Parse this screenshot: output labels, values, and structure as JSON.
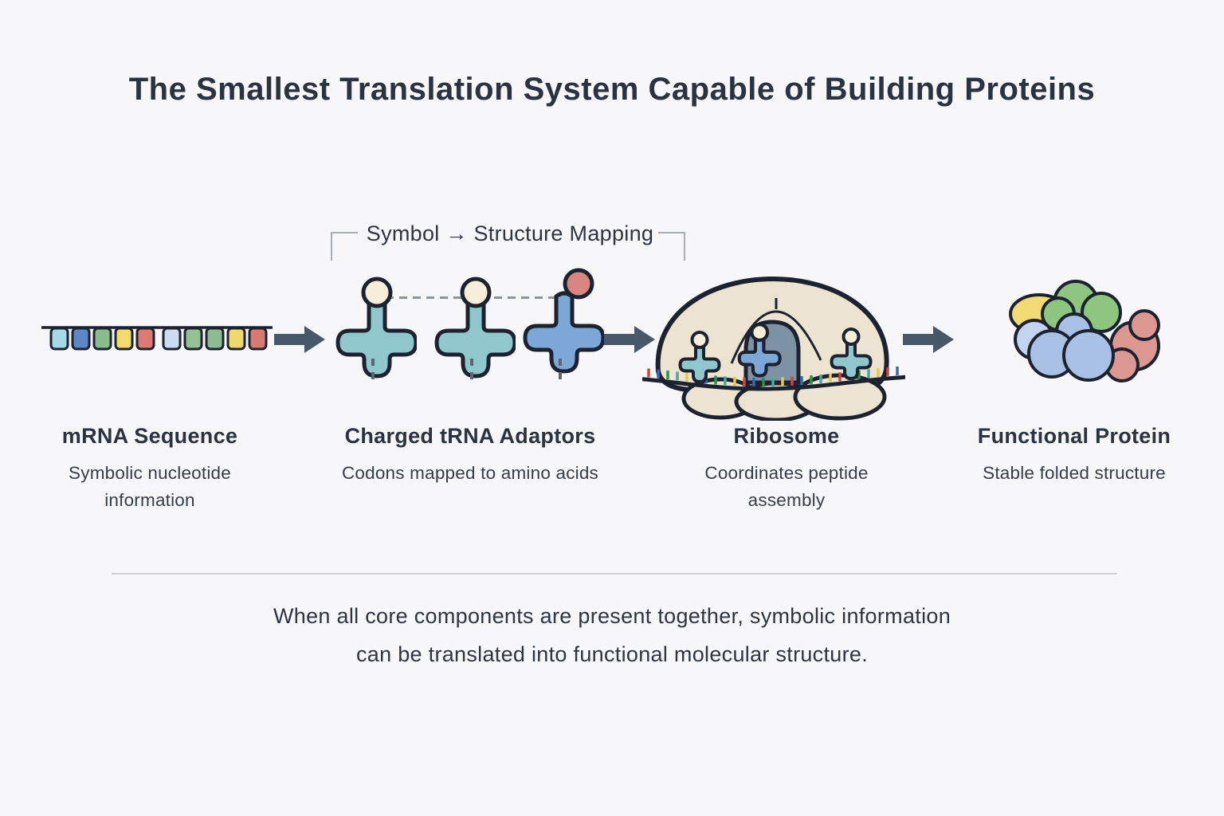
{
  "title": "The Smallest Translation System Capable of Building Proteins",
  "mapping_label": "Symbol → Structure Mapping",
  "stages": [
    {
      "title": "mRNA Sequence",
      "subtitle": "Symbolic nucleotide information"
    },
    {
      "title": "Charged tRNA Adaptors",
      "subtitle": "Codons mapped to amino acids"
    },
    {
      "title": "Ribosome",
      "subtitle": "Coordinates peptide assembly"
    },
    {
      "title": "Functional Protein",
      "subtitle": "Stable folded structure"
    }
  ],
  "caption": {
    "line1": "When all core components are present together, symbolic information",
    "line2": "can be translated into functional molecular structure."
  },
  "colors": {
    "background": "#f7f6f8",
    "heading_text": "#2b3240",
    "body_text": "#353d4b",
    "outline": "#1d2230",
    "arrow": "#47586b",
    "bracket": "#a9aeb6",
    "divider": "#cfcfd4"
  },
  "mrna": {
    "block_colors": [
      "#a3dae6",
      "#5c87c6",
      "#8abb8b",
      "#f1da6e",
      "#da7a71",
      "#c9dcf0",
      "#94c093",
      "#8cbc90",
      "#f0d86f",
      "#d97a70"
    ]
  },
  "trna": {
    "teal": "#8fc7cd",
    "blue": "#7ca8d8",
    "cream": "#f6eed9",
    "red": "#d98580"
  },
  "ribosome": {
    "body": "#ece3d0",
    "tunnel": "#7e92a5",
    "tick_palette": [
      "#c8473e",
      "#3a66b0",
      "#2f9147",
      "#48a7a0",
      "#e7c84f"
    ]
  },
  "protein": {
    "yellow": "#f2da74",
    "green": "#8ec57f",
    "blue": "#a9c1e5",
    "blue_light": "#c3d4ee",
    "red": "#db9790"
  }
}
